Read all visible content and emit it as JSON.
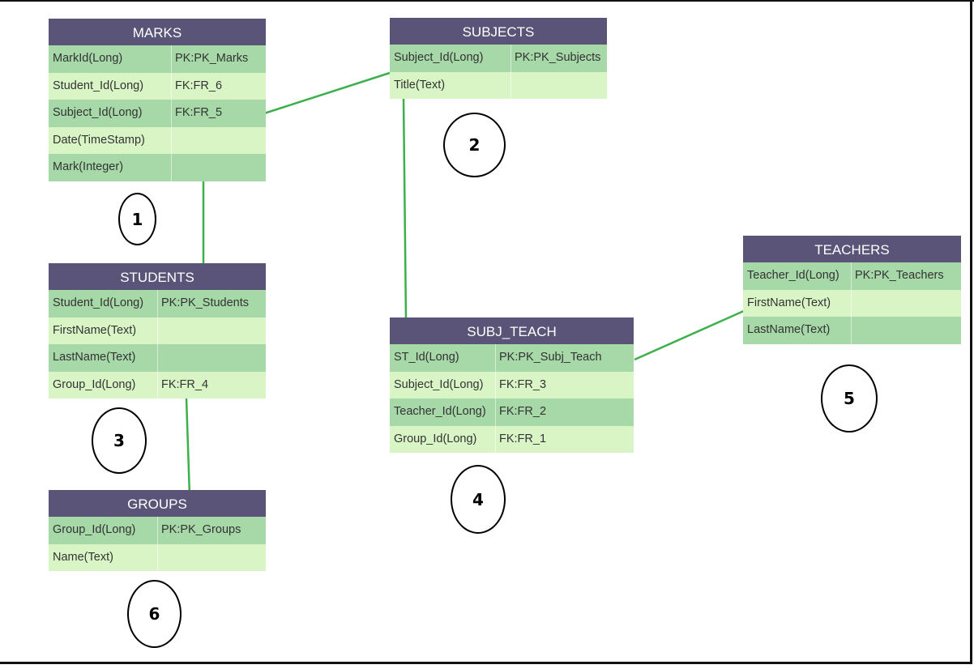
{
  "entities": {
    "marks": {
      "title": "MARKS",
      "rows": [
        {
          "col1": "MarkId(Long)",
          "col2": "PK:PK_Marks"
        },
        {
          "col1": "Student_Id(Long)",
          "col2": "FK:FR_6"
        },
        {
          "col1": "Subject_Id(Long)",
          "col2": "FK:FR_5"
        },
        {
          "col1": "Date(TimeStamp)",
          "col2": ""
        },
        {
          "col1": "Mark(Integer)",
          "col2": ""
        }
      ],
      "label": "1"
    },
    "subjects": {
      "title": "SUBJECTS",
      "rows": [
        {
          "col1": "Subject_Id(Long)",
          "col2": "PK:PK_Subjects"
        },
        {
          "col1": "Title(Text)",
          "col2": ""
        }
      ],
      "label": "2"
    },
    "students": {
      "title": "STUDENTS",
      "rows": [
        {
          "col1": "Student_Id(Long)",
          "col2": "PK:PK_Students"
        },
        {
          "col1": "FirstName(Text)",
          "col2": ""
        },
        {
          "col1": "LastName(Text)",
          "col2": ""
        },
        {
          "col1": "Group_Id(Long)",
          "col2": "FK:FR_4"
        }
      ],
      "label": "3"
    },
    "subj_teach": {
      "title": "SUBJ_TEACH",
      "rows": [
        {
          "col1": "ST_Id(Long)",
          "col2": "PK:PK_Subj_Teach"
        },
        {
          "col1": "Subject_Id(Long)",
          "col2": "FK:FR_3"
        },
        {
          "col1": "Teacher_Id(Long)",
          "col2": "FK:FR_2"
        },
        {
          "col1": "Group_Id(Long)",
          "col2": "FK:FR_1"
        }
      ],
      "label": "4"
    },
    "teachers": {
      "title": "TEACHERS",
      "rows": [
        {
          "col1": "Teacher_Id(Long)",
          "col2": "PK:PK_Teachers"
        },
        {
          "col1": "FirstName(Text)",
          "col2": ""
        },
        {
          "col1": "LastName(Text)",
          "col2": ""
        }
      ],
      "label": "5"
    },
    "groups": {
      "title": "GROUPS",
      "rows": [
        {
          "col1": "Group_Id(Long)",
          "col2": "PK:PK_Groups"
        },
        {
          "col1": "Name(Text)",
          "col2": ""
        }
      ],
      "label": "6"
    }
  },
  "colors": {
    "header": "#5a5578",
    "row_dark": "#a6d8a8",
    "row_light": "#d9f5c6",
    "connector": "#3cb04a"
  }
}
